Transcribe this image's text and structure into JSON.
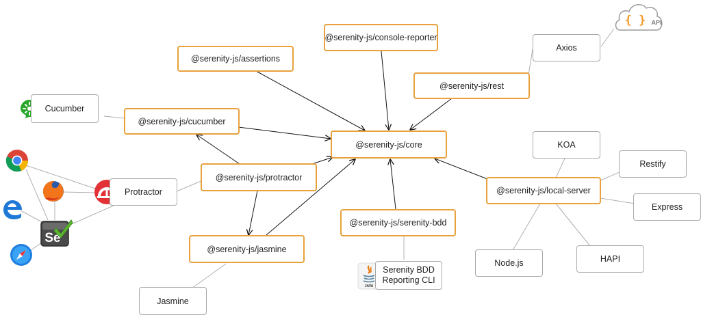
{
  "packages": {
    "console_reporter": "@serenity-js/console-reporter",
    "assertions": "@serenity-js/assertions",
    "rest": "@serenity-js/rest",
    "cucumber": "@serenity-js/cucumber",
    "core": "@serenity-js/core",
    "protractor": "@serenity-js/protractor",
    "local_server": "@serenity-js/local-server",
    "serenity_bdd": "@serenity-js/serenity-bdd",
    "jasmine": "@serenity-js/jasmine"
  },
  "external": {
    "axios": "Axios",
    "cucumber": "Cucumber",
    "protractor": "Protractor",
    "koa": "KOA",
    "restify": "Restify",
    "express": "Express",
    "nodejs": "Node.js",
    "hapi": "HAPI",
    "jasmine": "Jasmine",
    "serenity_cli_line1": "Serenity BDD",
    "serenity_cli_line2": "Reporting CLI"
  },
  "icons": {
    "api_cloud_braces": "{ }",
    "api_cloud_text": "API",
    "java_text": "JAVA",
    "selenium_text": "Se"
  },
  "colors": {
    "package_border": "#e8a13c",
    "external_border": "#a9a9a9",
    "arrow": "#111111",
    "connector": "#b0b0b0"
  }
}
